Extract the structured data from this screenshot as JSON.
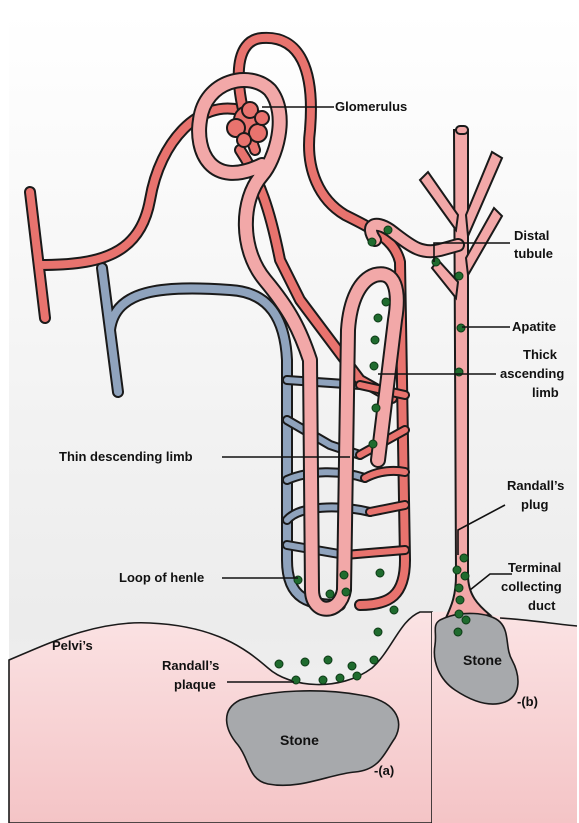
{
  "labels": {
    "glomerulus": "Glomerulus",
    "distal_1": "Distal",
    "distal_2": "tubule",
    "apatite": "Apatite",
    "thick_1": "Thick",
    "thick_2": "ascending",
    "thick_3": "limb",
    "thin_descending": "Thin descending limb",
    "randalls_plug_1": "Randall’s",
    "randalls_plug_2": "plug",
    "terminal_1": "Terminal",
    "terminal_2": "collecting",
    "terminal_3": "duct",
    "loop_of_henle": "Loop of henle",
    "pelvis": "Pelvi’s",
    "randalls_plaque_1": "Randall’s",
    "randalls_plaque_2": "plaque",
    "stone_a": "Stone",
    "stone_a_marker": "-(a)",
    "stone_b": "Stone",
    "stone_b_marker": "-(b)"
  },
  "colors": {
    "artery": "#e8736e",
    "tubule": "#f2a8a8",
    "vein": "#8fa3bd",
    "pelvis": "#f8d7d8",
    "stone": "#a7a9ac",
    "apatite_dots": "#1f6b2e",
    "outline": "#1a1a1a"
  }
}
